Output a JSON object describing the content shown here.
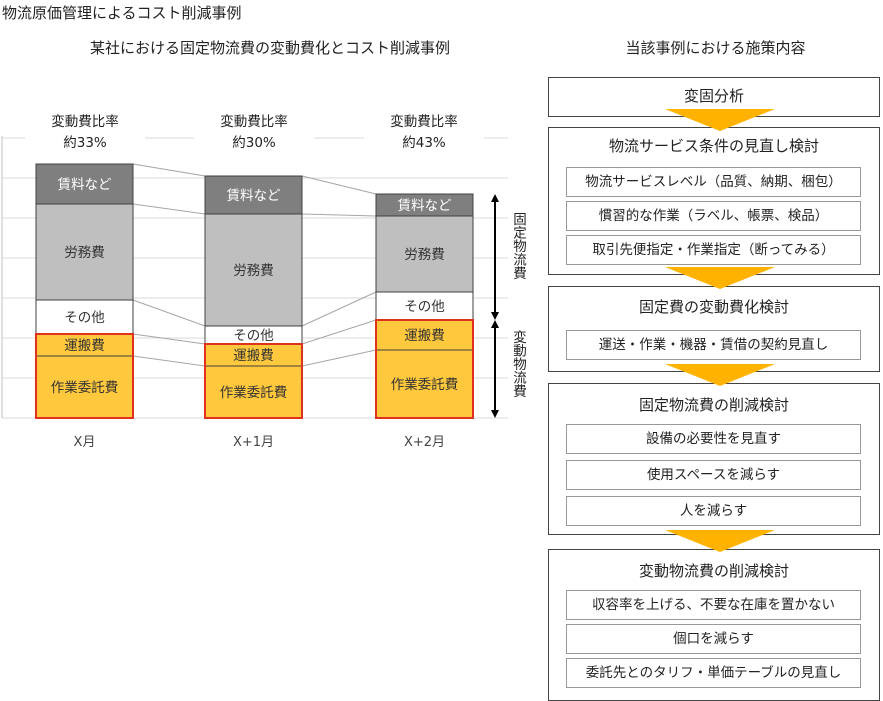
{
  "page": {
    "title": "物流原価管理によるコスト削減事例"
  },
  "chart_title": "某社における固定物流費の変動費化とコスト削減事例",
  "right_title": "当該事例における施策内容",
  "colors": {
    "rent": "#7F7F7F",
    "labor": "#BFBFBF",
    "other": "#FFFFFF",
    "variable": "#FFC83D",
    "variable_border": "#E0301E",
    "arrow": "#FFB300",
    "gridline": "#D9D9D9",
    "connector": "#A6A6A6"
  },
  "chart_data": {
    "type": "bar",
    "subtype": "stacked",
    "title": "某社における固定物流費の変動費化とコスト削減事例",
    "categories": [
      "X月",
      "X+1月",
      "X+2月"
    ],
    "xlabel": "",
    "ylabel": "",
    "ylim": [
      0,
      7
    ],
    "grid": true,
    "series": [
      {
        "name": "作業委託費",
        "group": "変動物流費",
        "values": [
          1.55,
          1.3,
          1.7
        ]
      },
      {
        "name": "運搬費",
        "group": "変動物流費",
        "values": [
          0.55,
          0.55,
          0.75
        ]
      },
      {
        "name": "その他",
        "group": "固定物流費",
        "values": [
          0.85,
          0.45,
          0.7
        ]
      },
      {
        "name": "労務費",
        "group": "固定物流費",
        "values": [
          2.4,
          2.8,
          1.9
        ]
      },
      {
        "name": "賃料など",
        "group": "固定物流費",
        "values": [
          1.0,
          0.95,
          0.55
        ]
      }
    ],
    "annotations": [
      {
        "category": "X月",
        "line1": "変動費比率",
        "line2": "約33%",
        "ratio_percent": 33
      },
      {
        "category": "X+1月",
        "line1": "変動費比率",
        "line2": "約30%",
        "ratio_percent": 30
      },
      {
        "category": "X+2月",
        "line1": "変動費比率",
        "line2": "約43%",
        "ratio_percent": 43
      }
    ],
    "brackets": [
      {
        "label": "固定物流費",
        "covers": [
          "その他",
          "労務費",
          "賃料など"
        ]
      },
      {
        "label": "変動物流費",
        "covers": [
          "作業委託費",
          "運搬費"
        ]
      }
    ]
  },
  "flow": [
    {
      "heading": "変固分析",
      "items": []
    },
    {
      "heading": "物流サービス条件の見直し検討",
      "items": [
        "物流サービスレベル（品質、納期、梱包）",
        "慣習的な作業（ラベル、帳票、検品）",
        "取引先便指定・作業指定（断ってみる）"
      ]
    },
    {
      "heading": "固定費の変動費化検討",
      "items": [
        "運送・作業・機器・賃借の契約見直し"
      ]
    },
    {
      "heading": "固定物流費の削減検討",
      "items": [
        "設備の必要性を見直す",
        "使用スペースを減らす",
        "人を減らす"
      ]
    },
    {
      "heading": "変動物流費の削減検討",
      "items": [
        "収容率を上げる、不要な在庫を置かない",
        "個口を減らす",
        "委託先とのタリフ・単価テーブルの見直し"
      ]
    }
  ]
}
